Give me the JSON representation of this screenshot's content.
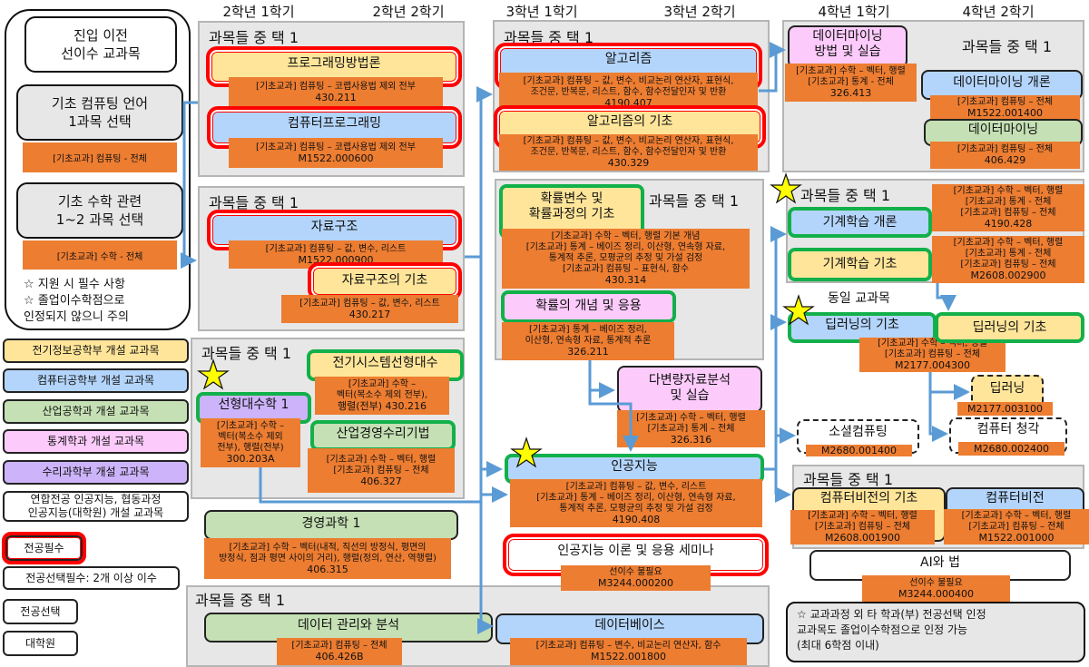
{
  "colors": {
    "yellow": "#ffe599",
    "blue": "#b4d5fb",
    "green": "#c5e0b4",
    "pink": "#fccbfb",
    "purple": "#cdb3fa",
    "white": "#ffffff",
    "orange": "#ed7d31",
    "arrow": "#5b9bd5",
    "required_border": "#ff0000",
    "elective_required_border": "#12b04a"
  },
  "semesters": [
    "2학년 1학기",
    "2학년 2학기",
    "3학년 1학기",
    "3학년 2학기",
    "4학년 1학기",
    "4학년 2학기"
  ],
  "left_panel": {
    "title": "진입 이전\n선이수 교과목",
    "computing": {
      "label": "기초 컴퓨팅 언어\n1과목 선택",
      "detail": "[기초교과] 컴퓨팅 - 전체"
    },
    "math": {
      "label": "기초 수학 관련\n1~2 과목 선택",
      "detail": "[기초교과] 수학 - 전체"
    },
    "notes": [
      "☆ 지원 시 필수 사항",
      "☆ 졸업이수학점으로",
      "인정되지 않으니 주의"
    ]
  },
  "legend": [
    {
      "label": "전기정보공학부 개설 교과목",
      "color": "yellow"
    },
    {
      "label": "컴퓨터공학부 개설 교과목",
      "color": "blue"
    },
    {
      "label": "산업공학과 개설 교과목",
      "color": "green"
    },
    {
      "label": "통계학과 개설 교과목",
      "color": "pink"
    },
    {
      "label": "수리과학부 개설 교과목",
      "color": "purple"
    },
    {
      "label": "연합전공 인공지능, 협동과정\n인공지능(대학원) 개설 교과목",
      "color": "white"
    },
    {
      "label": "전공필수",
      "style": "red"
    },
    {
      "label": "전공선택필수: 2개 이상 이수",
      "style": "green"
    },
    {
      "label": "전공선택",
      "style": "dash"
    },
    {
      "label": "대학원",
      "style": "dash"
    }
  ],
  "groups": [
    {
      "id": "g1",
      "title": "과목들 중 택 1"
    },
    {
      "id": "g2",
      "title": "과목들 중 택 1"
    },
    {
      "id": "g3",
      "title": "과목들 중 택 1"
    },
    {
      "id": "g4",
      "title": "과목들 중 택 1"
    },
    {
      "id": "g5",
      "title": "과목들 중 택 1"
    },
    {
      "id": "g6",
      "title": "과목들 중 택 1"
    },
    {
      "id": "g7",
      "title": "과목들 중 택 1"
    },
    {
      "id": "g8",
      "title": "과목들 중 택 1"
    },
    {
      "id": "g9",
      "title": "과목들 중 택 1"
    }
  ],
  "same_course_label": "동일 교과목",
  "courses": [
    {
      "id": "c1",
      "title": "프로그래밍방법론",
      "fill": "yellow",
      "border": "red",
      "details": [
        "[기초교과] 컴퓨팅 – 코랩사용법 제외 전부",
        "430.211"
      ]
    },
    {
      "id": "c2",
      "title": "컴퓨터프로그래밍",
      "fill": "blue",
      "border": "red",
      "details": [
        "[기초교과] 컴퓨팅 – 코랩사용법 제외 전부",
        "M1522.000600"
      ]
    },
    {
      "id": "c3",
      "title": "자료구조",
      "fill": "blue",
      "border": "red",
      "details": [
        "[기초교과] 컴퓨팅 – 값, 변수, 리스트",
        "M1522.000900"
      ]
    },
    {
      "id": "c4",
      "title": "자료구조의 기초",
      "fill": "yellow",
      "border": "red",
      "details": [
        "[기초교과] 컴퓨팅 – 값, 변수, 리스트",
        "430.217"
      ]
    },
    {
      "id": "c5",
      "title": "선형대수학 1",
      "fill": "purple",
      "border": "green",
      "details": [
        "[기초교과] 수학 –",
        "벡터(복소수 제외",
        "전부), 행렬(전부)",
        "300.203A"
      ]
    },
    {
      "id": "c6",
      "title": "전기시스템선형대수",
      "fill": "yellow",
      "border": "green",
      "details": [
        "[기초교과] 수학 –",
        "벡터(복소수 제외 전부),",
        "행렬(전부) 430.216"
      ]
    },
    {
      "id": "c7",
      "title": "산업경영수리기법",
      "fill": "green",
      "border": "green",
      "details": [
        "[기초교과] 수학 – 벡터, 행렬",
        "[기초교과] 컴퓨팅 – 전체",
        "406.327"
      ]
    },
    {
      "id": "c8",
      "title": "경영과학 1",
      "fill": "green",
      "border": "black",
      "details": [
        "[기초교과] 수학 – 벡터(내적, 직선의 방정식, 평면의",
        "방정식, 점과 평면 사이의 거리), 행렬(정의, 연산, 역행렬)",
        "406.315"
      ]
    },
    {
      "id": "c9",
      "title": "데이터 관리와 분석",
      "fill": "green",
      "border": "black",
      "details": [
        "[기초교과] 컴퓨팅 – 전체",
        "406.426B"
      ]
    },
    {
      "id": "c10",
      "title": "데이터베이스",
      "fill": "blue",
      "border": "black",
      "details": [
        "[기초교과] 컴퓨팅 – 변수, 비교논리 연산자, 함수",
        "M1522.001800"
      ]
    },
    {
      "id": "c11",
      "title": "알고리즘",
      "fill": "blue",
      "border": "red",
      "details": [
        "[기초교과] 컴퓨팅 – 값, 변수, 비교논리 연산자, 표현식,",
        "조건문, 반복문, 리스트, 함수, 함수전달인자 및 반환",
        "4190.407"
      ]
    },
    {
      "id": "c12",
      "title": "알고리즘의 기초",
      "fill": "yellow",
      "border": "red",
      "details": [
        "[기초교과] 컴퓨팅 – 값, 변수, 비교논리 연산자, 표현식,",
        "조건문, 반복문, 리스트, 함수, 함수전달인자 및 반환",
        "430.329"
      ]
    },
    {
      "id": "c13",
      "title": "확률변수 및\n확률과정의 기초",
      "fill": "yellow",
      "border": "green",
      "details": [
        "[기초교과] 수학 – 벡터, 행렬 기본 개념",
        "[기초교과] 통계 – 베이즈 정리, 이산형, 연속형 자료,",
        "통계적 추론, 모평균의 추정 및 가설 검정",
        "[기초교과] 컴퓨팅 – 표현식, 함수",
        "430.314"
      ]
    },
    {
      "id": "c14",
      "title": "확률의 개념 및 응용",
      "fill": "pink",
      "border": "green",
      "details": [
        "[기초교과] 통계 – 베이즈 정리,",
        "이산형, 연속형 자료, 통계적 추론",
        "326.211"
      ]
    },
    {
      "id": "c15",
      "title": "다변량자료분석\n및 실습",
      "fill": "pink",
      "border": "black",
      "details": [
        "[기초교과] 수학 – 벡터, 행렬",
        "[기초교과] 통계 – 전체",
        "326.316"
      ]
    },
    {
      "id": "c16",
      "title": "인공지능",
      "fill": "blue",
      "border": "green",
      "details": [
        "[기초교과] 컴퓨팅 – 값, 변수, 리스트",
        "[기초교과] 통계 – 베이즈 정리, 이산형, 연속형 자료,",
        "통계적 추론, 모평균의 추정 및 가설 검정",
        "4190.408"
      ]
    },
    {
      "id": "c17",
      "title": "인공지능 이론 및 응용 세미나",
      "fill": "white",
      "border": "red",
      "details": [
        "선이수 불필요",
        "M3244.000200"
      ]
    },
    {
      "id": "c18",
      "title": "데이터마이닝\n방법 및 실습",
      "fill": "pink",
      "border": "black",
      "details": [
        "[기초교과] 수학 – 벡터, 행렬",
        "[기초교과] 통계 - 전체",
        "326.413"
      ]
    },
    {
      "id": "c19",
      "title": "데이터마이닝 개론",
      "fill": "blue",
      "border": "black",
      "details": [
        "[기초교과] 컴퓨팅 – 전체",
        "M1522.001400"
      ]
    },
    {
      "id": "c20",
      "title": "데이터마이닝",
      "fill": "green",
      "border": "black",
      "details": [
        "[기초교과] 컴퓨팅 – 전체",
        "406.429"
      ]
    },
    {
      "id": "c21",
      "title": "기계학습 개론",
      "fill": "blue",
      "border": "green",
      "details": [
        "[기초교과] 수학 – 벡터, 행렬",
        "[기초교과] 통계 - 전체",
        "[기초교과] 컴퓨팅 – 전체",
        "4190.428"
      ]
    },
    {
      "id": "c22",
      "title": "기계학습 기초",
      "fill": "yellow",
      "border": "green",
      "details": [
        "[기초교과] 수학 – 벡터, 행렬",
        "[기초교과] 통계 - 전체",
        "[기초교과] 컴퓨팅 – 전체",
        "M2608.002900"
      ]
    },
    {
      "id": "c23",
      "title": "딥러닝의 기초",
      "fill": "blue",
      "border": "green",
      "details": [
        "[기초교과] 수학 – 벡터, 행렬",
        "[기초교과] 컴퓨팅 – 전체",
        "M2177.004300"
      ]
    },
    {
      "id": "c24",
      "title": "딥러닝의 기초",
      "fill": "yellow",
      "border": "green",
      "details": []
    },
    {
      "id": "c25",
      "title": "딥러닝",
      "fill": "yellow",
      "border": "dash",
      "details": [
        "M2177.003100"
      ]
    },
    {
      "id": "c26",
      "title": "소셜컴퓨팅",
      "fill": "white",
      "border": "dash",
      "details": [
        "M2680.001400"
      ]
    },
    {
      "id": "c27",
      "title": "컴퓨터 청각",
      "fill": "white",
      "border": "dash",
      "details": [
        "M2680.002400"
      ]
    },
    {
      "id": "c28",
      "title": "컴퓨터비전의 기초",
      "fill": "yellow",
      "border": "black",
      "details": [
        "[기초교과] 수학 – 벡터, 행렬",
        "[기초교과] 컴퓨팅 – 전체",
        "M2608.001900"
      ]
    },
    {
      "id": "c29",
      "title": "컴퓨터비전",
      "fill": "blue",
      "border": "black",
      "details": [
        "[기초교과] 수학 – 벡터, 행렬",
        "[기초교과] 컴퓨팅 – 전체",
        "M1522.001000"
      ]
    },
    {
      "id": "c30",
      "title": "AI와 법",
      "fill": "white",
      "border": "black",
      "details": [
        "선이수 불필요",
        "M3244.000400"
      ]
    }
  ],
  "footnote": [
    "☆ 교과과정 외 타 학과(부) 전공선택 인정",
    "교과목도 졸업이수학점으로 인정 가능",
    "(최대 6학점 이내)"
  ]
}
